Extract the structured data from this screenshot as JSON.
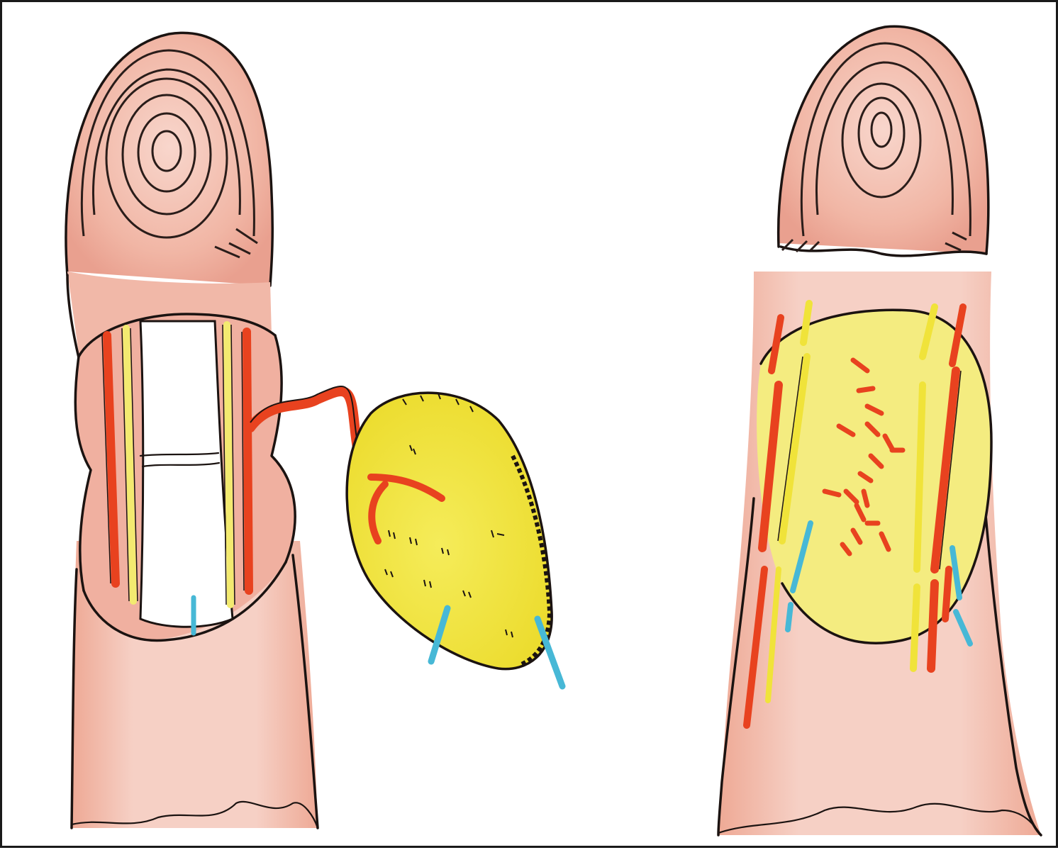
{
  "figure": {
    "panels": [
      {
        "id": "left",
        "description_visible_text": ""
      },
      {
        "id": "right",
        "description_visible_text": ""
      }
    ]
  },
  "colors": {
    "skin": "#f2b5a3",
    "skin_light": "#f7d3c8",
    "skin_dark": "#e8998a",
    "flap": "#f0e33a",
    "flap_light": "#f4ec80",
    "artery": "#e8421f",
    "nerve": "#f3ea70",
    "vein_blue": "#47b8d6",
    "tendon": "#ffffff",
    "ink": "#1b1311"
  },
  "icons": [
    "fingertip-drawing",
    "flap-drawing"
  ]
}
